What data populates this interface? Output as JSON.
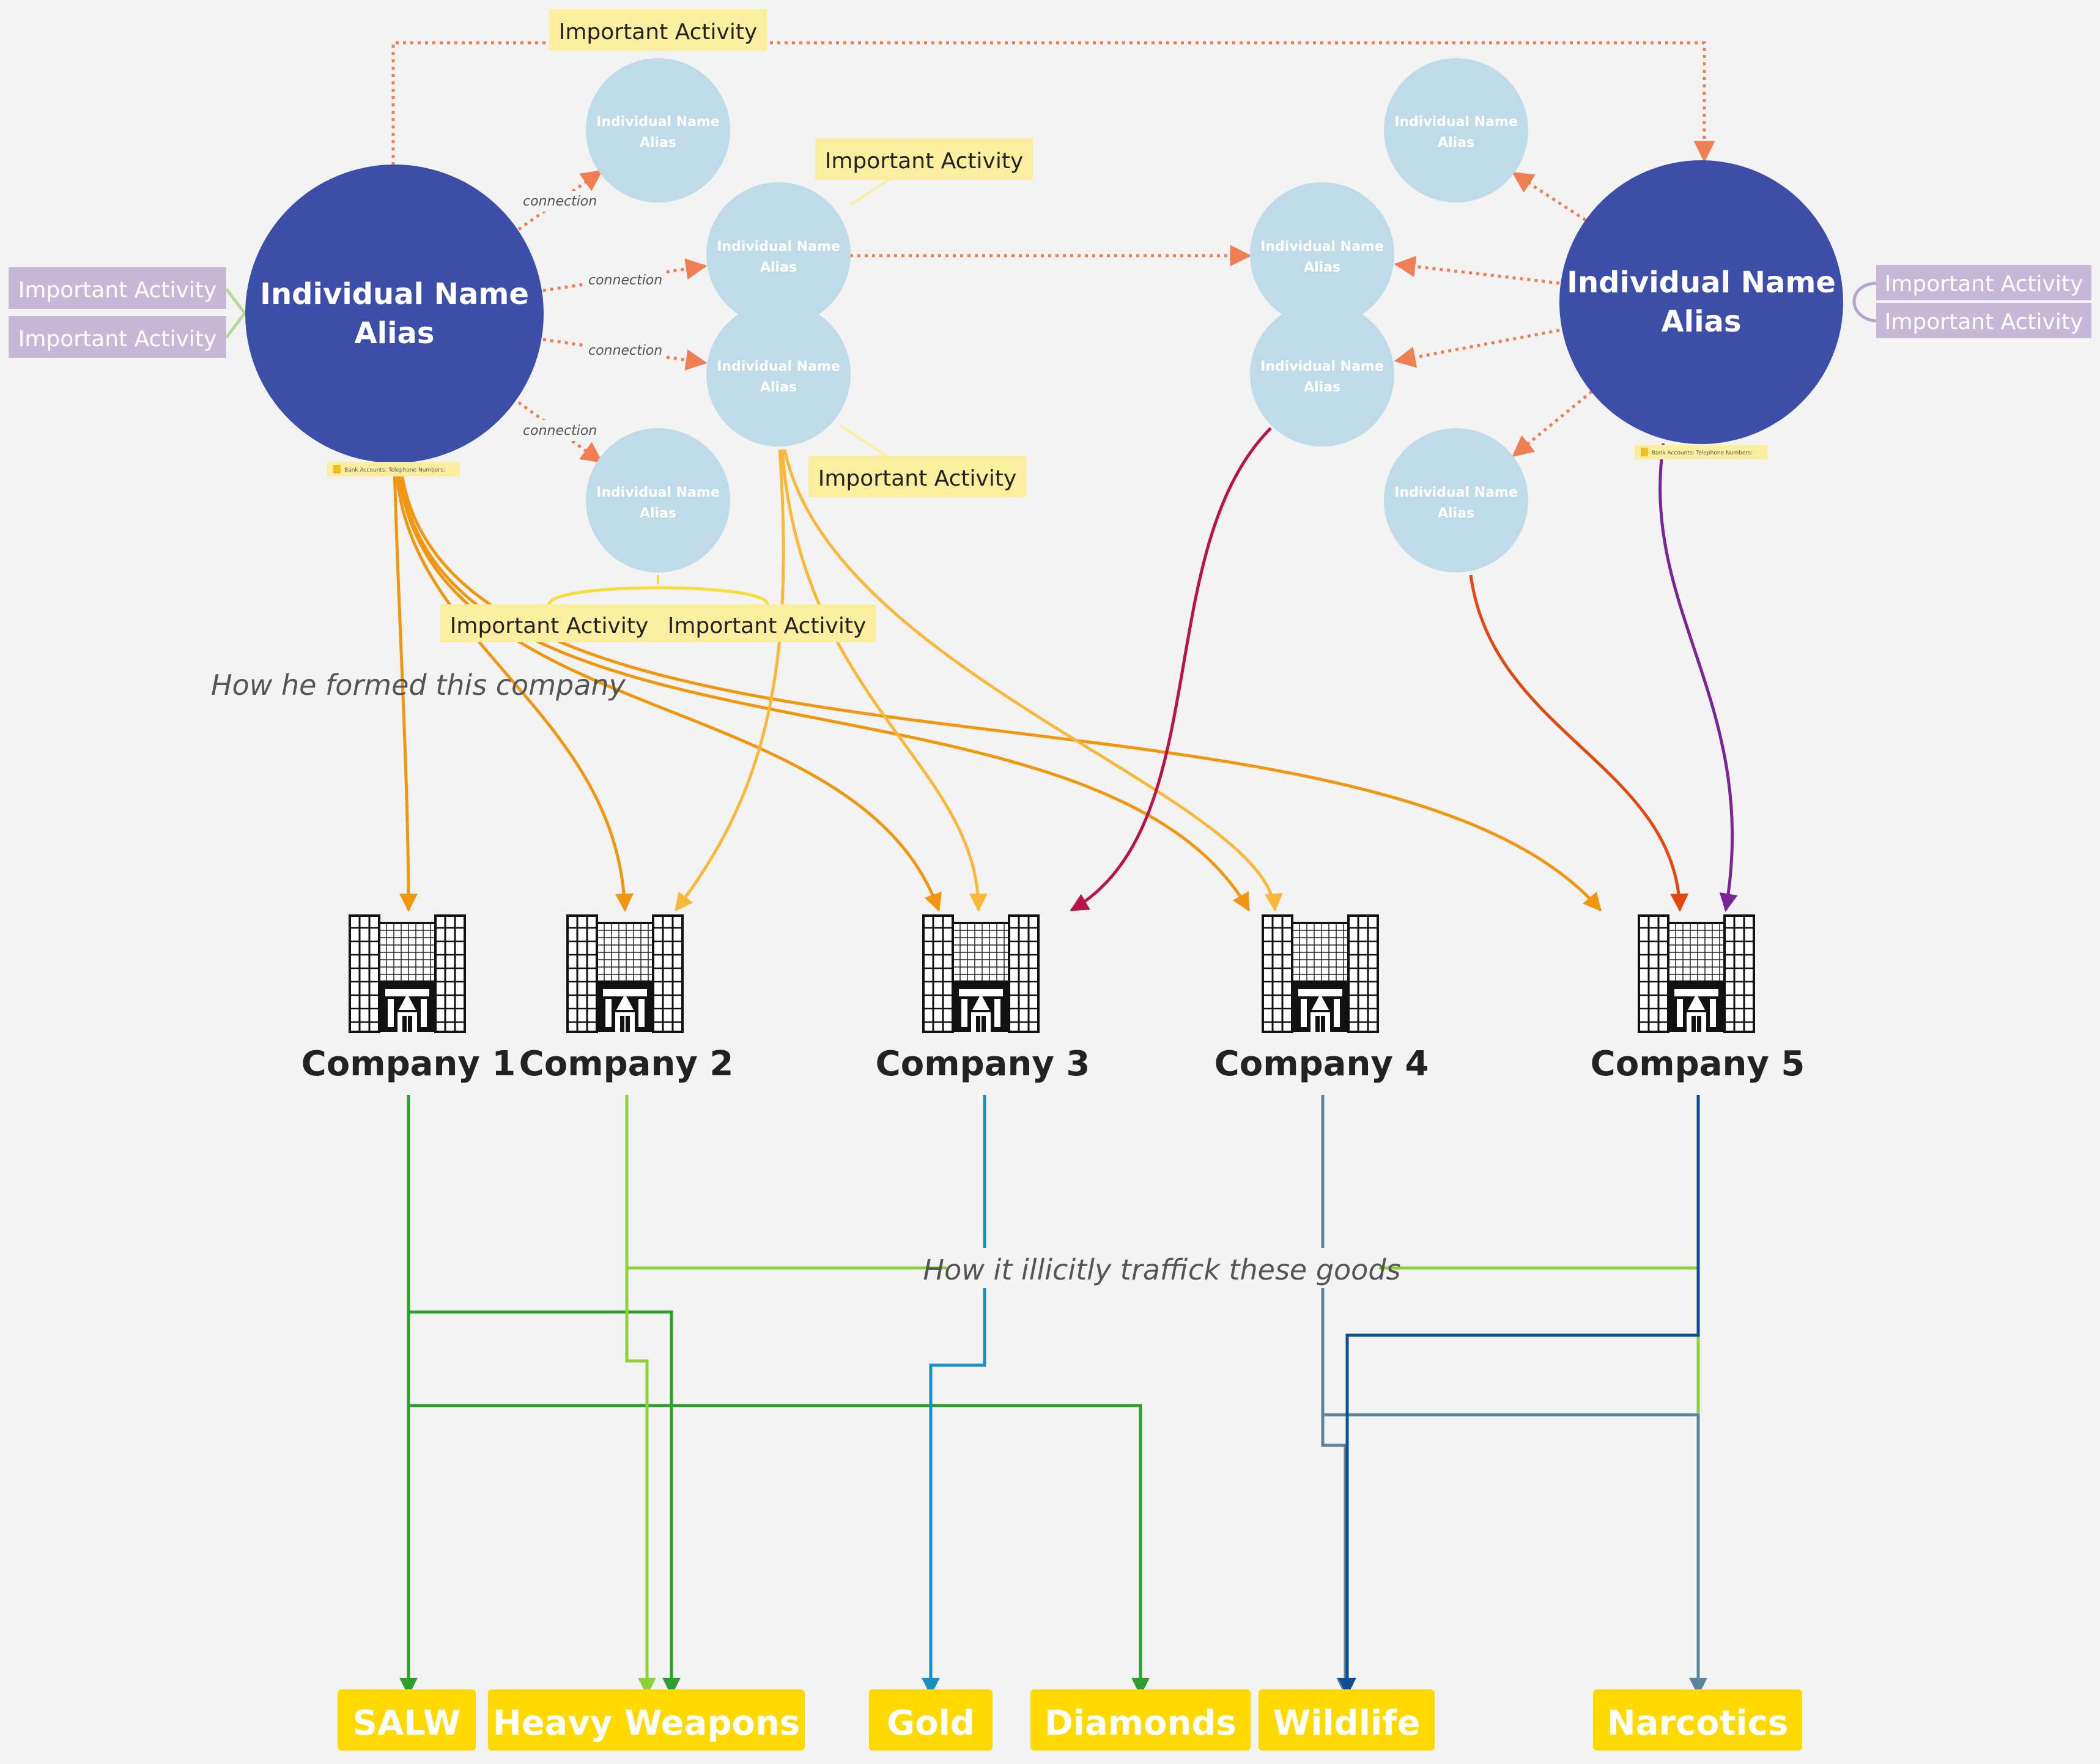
{
  "actors": {
    "left": {
      "name": "Individual Name",
      "alias": "Alias",
      "note": "Bank Accounts: Telephone Numbers:"
    },
    "right": {
      "name": "Individual Name",
      "alias": "Alias",
      "note": "Bank Accounts: Telephone Numbers:"
    }
  },
  "associates": {
    "name": "Individual Name",
    "alias": "Alias"
  },
  "labels": {
    "important_activity": "Important Activity",
    "connection": "connection",
    "formed_note": "How he formed this company",
    "traffick_note": "How it illicitly traffick these goods"
  },
  "companies": [
    "Company 1",
    "Company 2",
    "Company 3",
    "Company 4",
    "Company 5"
  ],
  "goods": [
    "SALW",
    "Heavy Weapons",
    "Gold",
    "Diamonds",
    "Wildlife",
    "Narcotics"
  ],
  "colors": {
    "background": "#f3f3f3",
    "actor": "#3d4ea9",
    "associate": "#bfdbe8",
    "connection": "#ef7f52",
    "activity_yellow": "#fbee9e",
    "activity_purple": "#c6b8d6",
    "goods": "#ffd900",
    "orange_dark": "#f0960f",
    "orange_light": "#fab83a",
    "crimson": "#b8144a",
    "red_orange": "#e2480f",
    "purple": "#7a2596",
    "green": "#2e9e2e",
    "lime": "#8ed03a",
    "teal": "#1a8fc2",
    "slate": "#5f8499",
    "navy": "#0c4f94"
  }
}
